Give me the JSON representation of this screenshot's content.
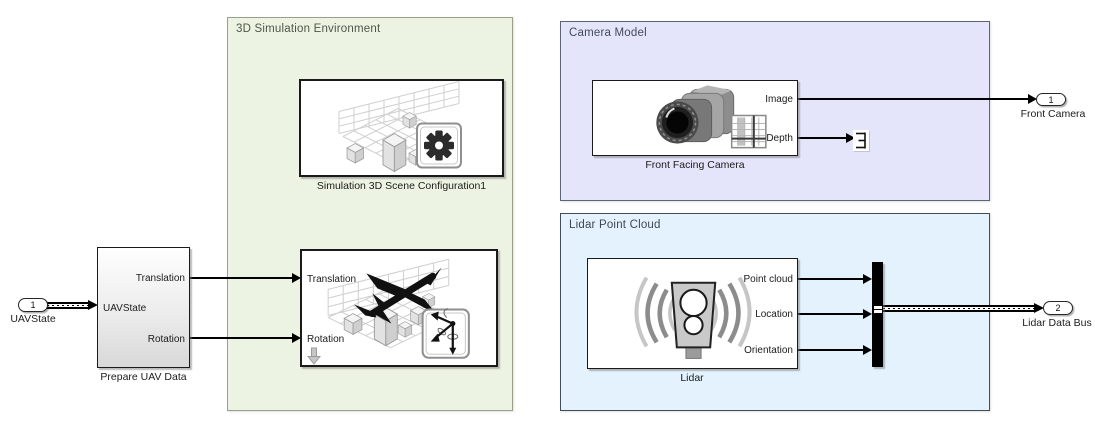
{
  "model": {
    "regions": [
      {
        "id": "sim3d",
        "title": "3D Simulation Environment",
        "fill": "#edf3e2",
        "border": "#98a089",
        "title_color": "#4f564b"
      },
      {
        "id": "camera",
        "title": "Camera Model",
        "fill": "#e4e4fa",
        "border": "#5d6575",
        "title_color": "#434c5c"
      },
      {
        "id": "lidar",
        "title": "Lidar Point Cloud",
        "fill": "#e3f2fc",
        "border": "#414c57",
        "title_color": "#3e4954"
      }
    ],
    "blocks": {
      "prepare_uav_data": {
        "label": "Prepare UAV Data",
        "input_port": "UAVState",
        "output_ports": [
          "Translation",
          "Rotation"
        ]
      },
      "scene_config": {
        "label": "Simulation 3D Scene Configuration1"
      },
      "uav_vehicle": {
        "input_ports": [
          "Translation",
          "Rotation"
        ]
      },
      "front_facing_camera": {
        "label": "Front Facing Camera",
        "output_ports": [
          "Image",
          "Depth"
        ]
      },
      "lidar_sensor": {
        "label": "Lidar",
        "output_ports": [
          "Point cloud",
          "Location",
          "Orientation"
        ]
      }
    },
    "io_ports": {
      "inport_uavstate": {
        "number": "1",
        "label": "UAVState"
      },
      "outport_front_camera": {
        "number": "1",
        "label": "Front Camera"
      },
      "outport_lidar_bus": {
        "number": "2",
        "label": "Lidar Data Bus"
      }
    },
    "colors": {
      "wire": "#000000",
      "canvas": "#ffffff",
      "block_fill": "#ffffff",
      "block_border": "#1a1a1a"
    }
  }
}
